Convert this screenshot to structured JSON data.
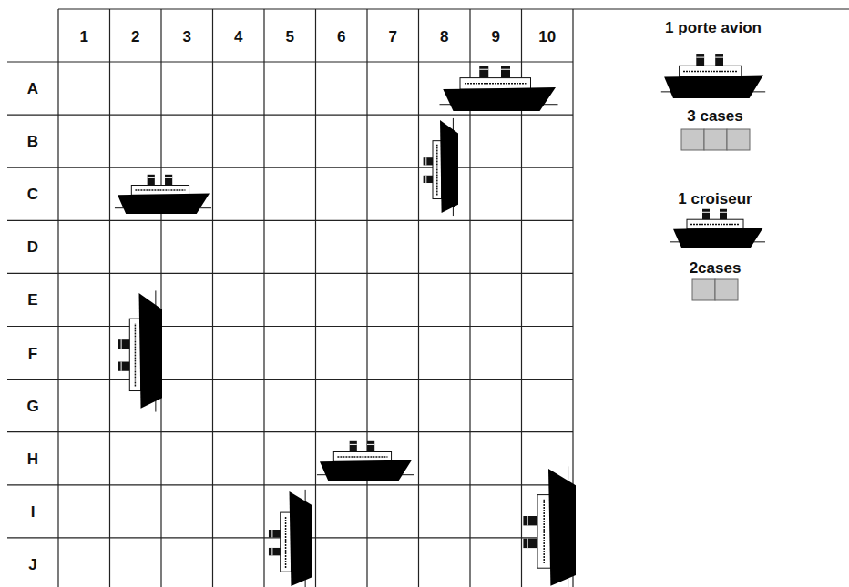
{
  "diagram": {
    "labels": [
      "1",
      "2",
      "3",
      "4",
      "5",
      "6",
      "7",
      "8",
      "9",
      "10",
      "A",
      "B",
      "C",
      "D",
      "E",
      "F",
      "G",
      "H",
      "I",
      "J",
      "1 porte avion",
      "3 cases",
      "1 croiseur",
      "2cases"
    ]
  }
}
